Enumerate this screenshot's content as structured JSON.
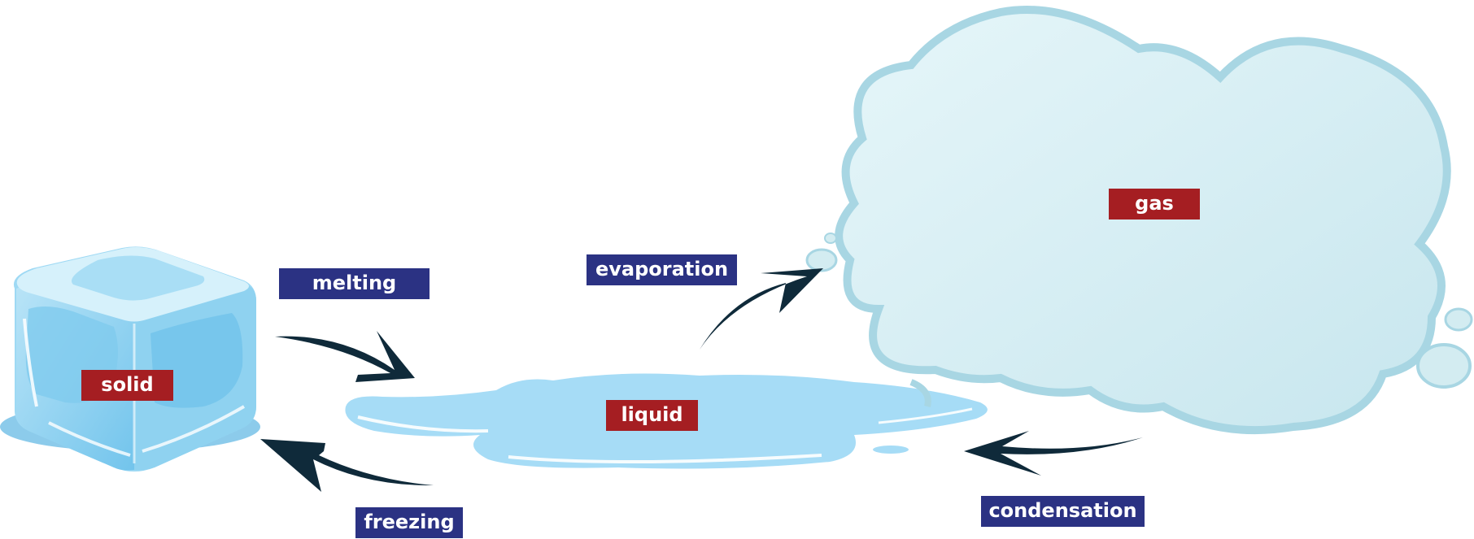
{
  "states": {
    "solid": "solid",
    "liquid": "liquid",
    "gas": "gas"
  },
  "processes": {
    "melting": "melting",
    "freezing": "freezing",
    "evaporation": "evaporation",
    "condensation": "condensation"
  },
  "colors": {
    "state_label_bg": "#a51e22",
    "process_label_bg": "#2b3283",
    "arrow": "#0f2a3a",
    "ice": "#8fd2f0",
    "water": "#a6dcf6",
    "cloud": "#d3ecf1"
  }
}
